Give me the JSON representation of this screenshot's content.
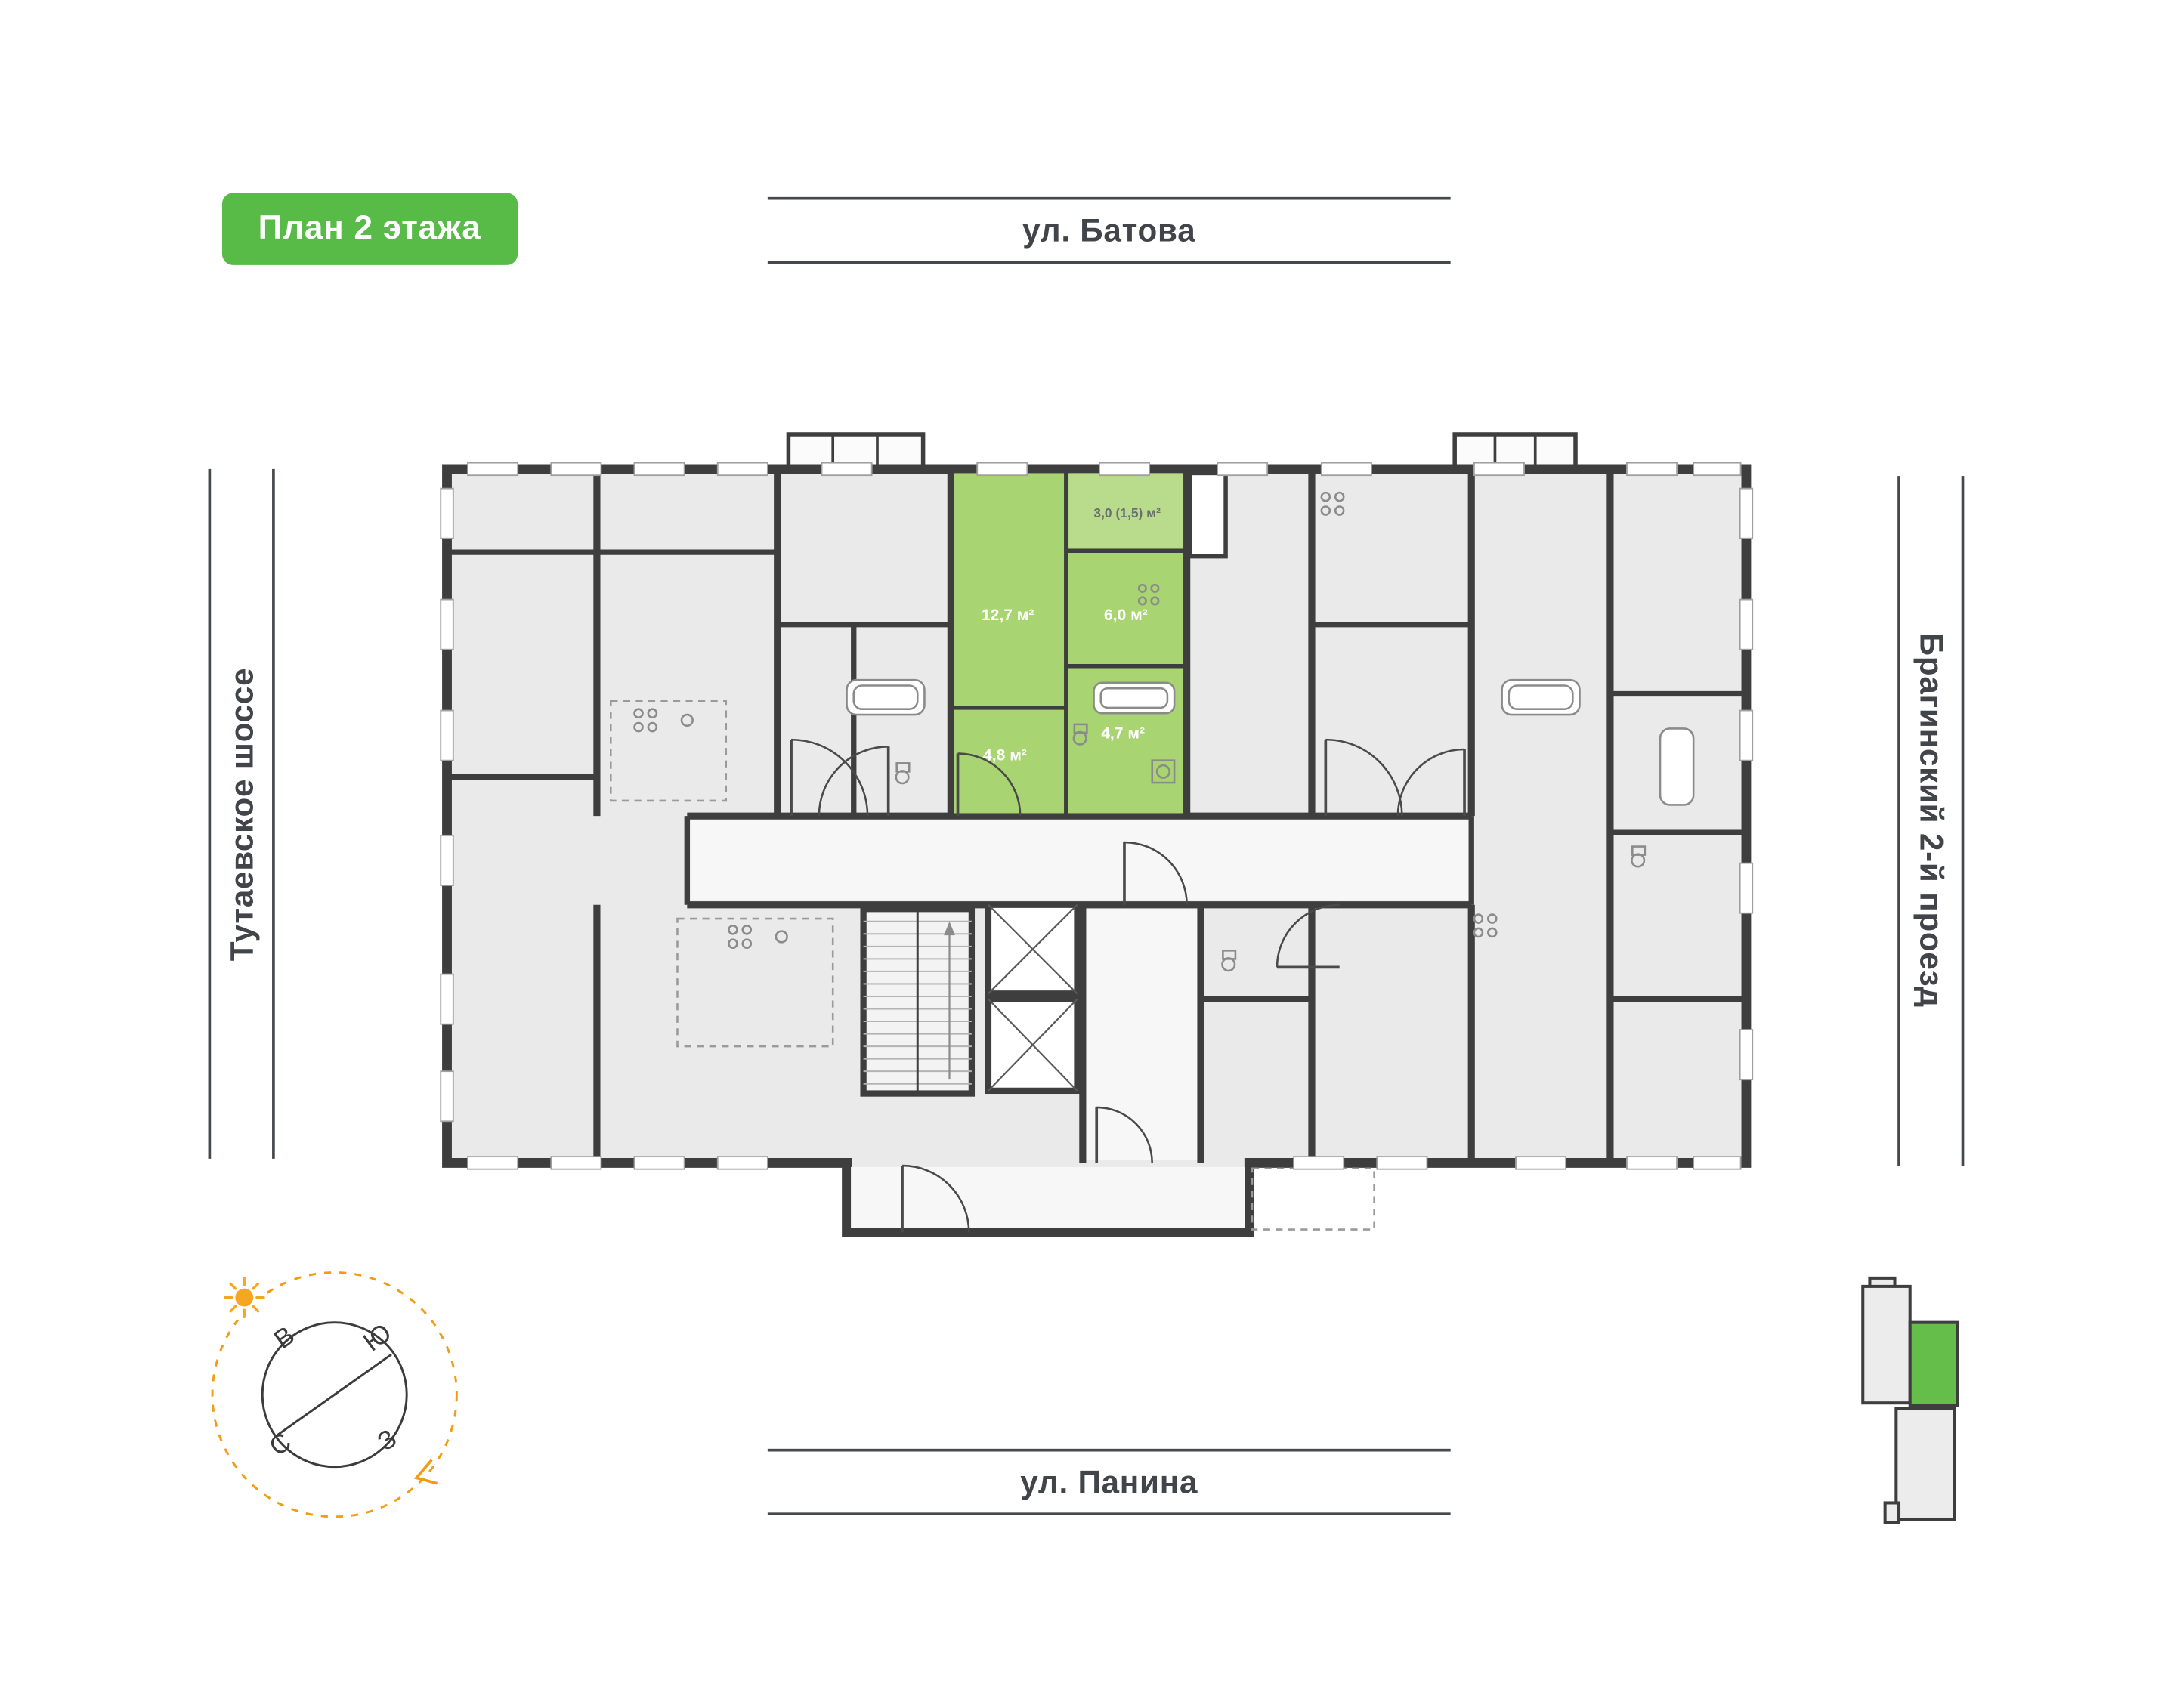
{
  "badge_label": "План 2 этажа",
  "streets": {
    "top": "ул. Батова",
    "bottom": "ул. Панина",
    "left": "Тутаевское шоссе",
    "right": "Брагинский 2-й проезд"
  },
  "compass": {
    "north": "С",
    "south": "Ю",
    "east": "В",
    "west": "З"
  },
  "apartment": {
    "loggia_area": "3,0 (1,5) м²",
    "living_area": "12,7 м²",
    "kitchen_area": "6,0 м²",
    "hallway_area": "4,8 м²",
    "bathroom_area": "4,7 м²"
  },
  "colors": {
    "badge_green": "#58ba47",
    "apartment_green": "#a8d471",
    "loggia_green": "#b9dc8c",
    "minimap_green": "#65bd4a",
    "wall_dark": "#3e3e3e",
    "room_gray": "#eaeaea",
    "compass_orange": "#f39c12"
  }
}
